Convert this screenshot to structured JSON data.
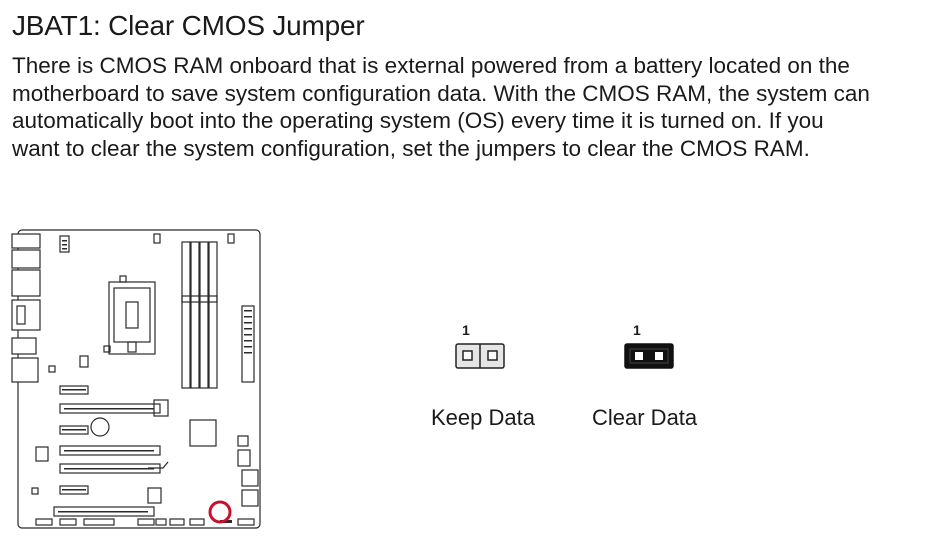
{
  "section": {
    "title": "JBAT1: Clear CMOS Jumper",
    "paragraph_lines": [
      "There is CMOS RAM onboard that is external powered from a battery located on the",
      "motherboard to save system configuration data. With the CMOS RAM, the system can",
      "automatically boot into the operating system (OS) every time it is turned on.  If you",
      "want to clear the system configuration, set the jumpers to clear the CMOS RAM."
    ]
  },
  "jumpers": {
    "keep": {
      "pin_label": "1",
      "label": "Keep Data",
      "capped": false
    },
    "clear": {
      "pin_label": "1",
      "label": "Clear Data",
      "capped": true
    }
  },
  "colors": {
    "text": "#1a1a1a",
    "highlight_circle": "#c8102e",
    "cap": "#111111",
    "pin": "#ffffff"
  },
  "icons": {
    "board": "motherboard-layout-diagram",
    "marker": "red-circle-marker"
  }
}
